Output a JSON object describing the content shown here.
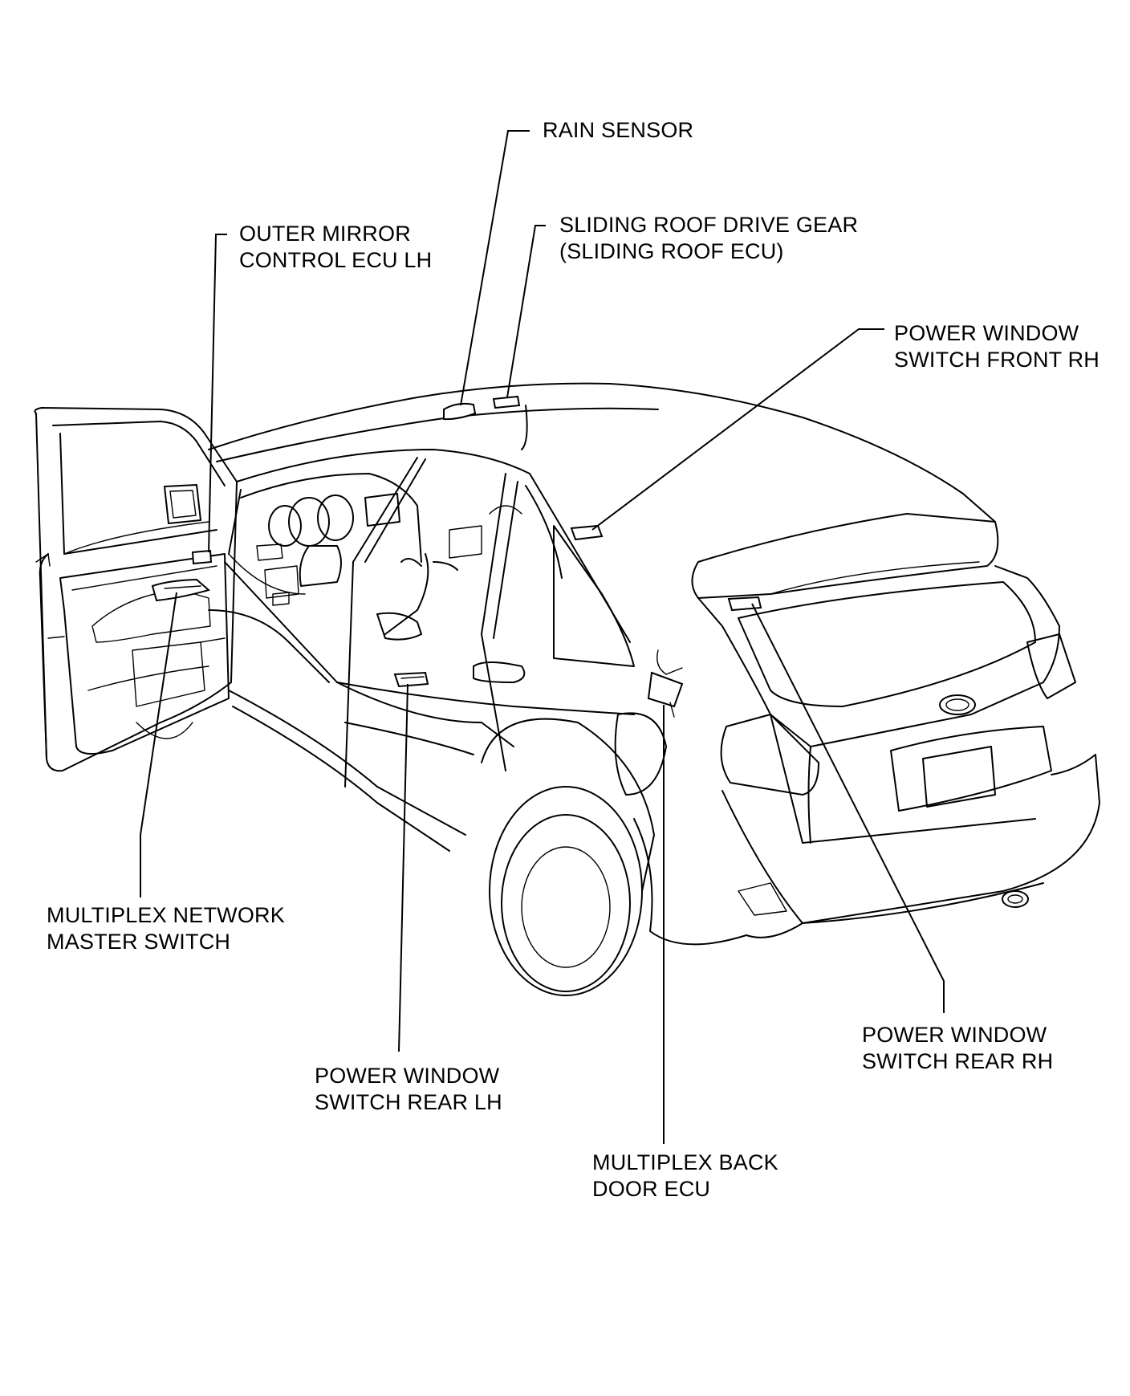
{
  "labels": {
    "rain_sensor": [
      "RAIN SENSOR"
    ],
    "sliding_roof": [
      "SLIDING ROOF DRIVE GEAR",
      "(SLIDING ROOF ECU)"
    ],
    "outer_mirror": [
      "OUTER MIRROR",
      "CONTROL ECU LH"
    ],
    "pw_front_rh": [
      "POWER WINDOW",
      "SWITCH FRONT RH"
    ],
    "multiplex_master": [
      "MULTIPLEX NETWORK",
      "MASTER SWITCH"
    ],
    "pw_rear_lh": [
      "POWER WINDOW",
      "SWITCH REAR LH"
    ],
    "back_door_ecu": [
      "MULTIPLEX BACK",
      "DOOR ECU"
    ],
    "pw_rear_rh": [
      "POWER WINDOW",
      "SWITCH REAR RH"
    ]
  },
  "colors": {
    "line": "#000000",
    "background": "#ffffff"
  }
}
